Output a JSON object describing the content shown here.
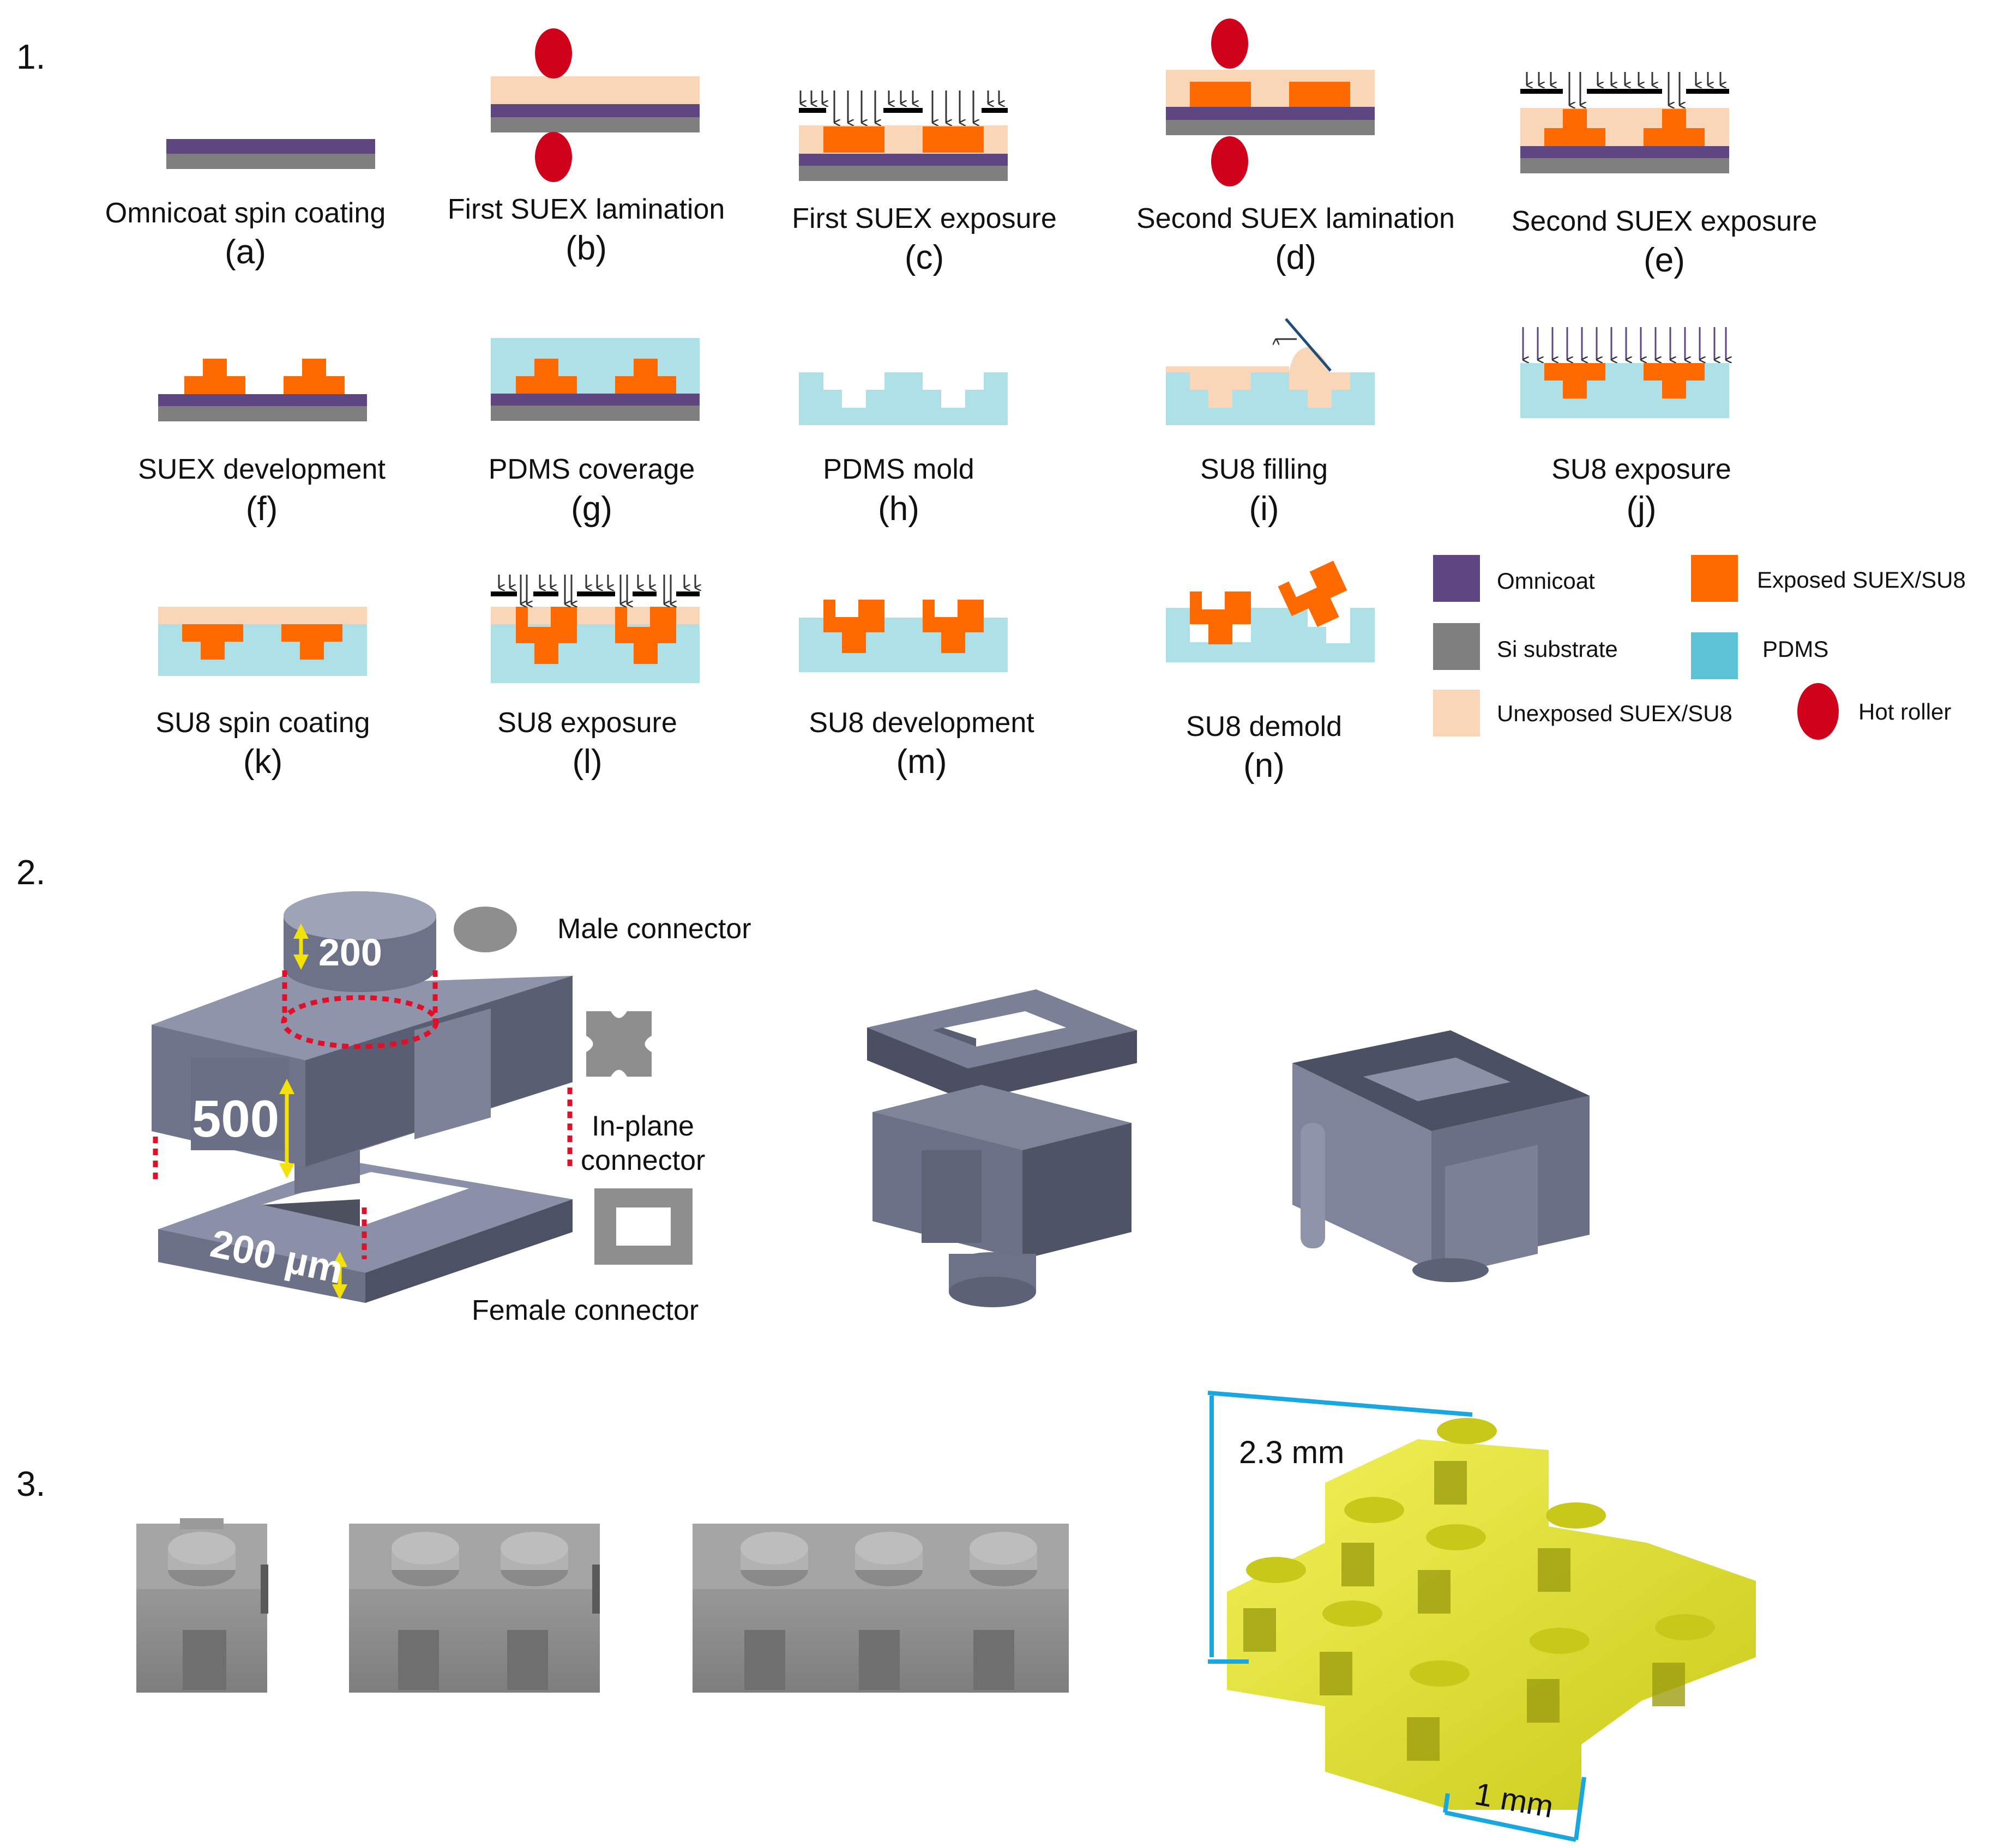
{
  "colors": {
    "omnicoat": "#5e4680",
    "si_substrate": "#7f7f7f",
    "unexposed": "#f9d6b8",
    "exposed": "#ff6a00",
    "pdms": "#aee0e8",
    "pdms_legend": "#5bc3d5",
    "hot_roller": "#d0021b",
    "block_gray": "#7a7f95",
    "render_gray": "#8e8e8e",
    "assembly_yellow": "#e3e31e",
    "dimension_blue": "#1aa7e0"
  },
  "sections": [
    "1.",
    "2.",
    "3."
  ],
  "steps": [
    {
      "caption": "Omnicoat spin coating",
      "letter": "(a)"
    },
    {
      "caption": "First SUEX lamination",
      "letter": "(b)"
    },
    {
      "caption": "First SUEX exposure",
      "letter": "(c)"
    },
    {
      "caption": "Second SUEX lamination",
      "letter": "(d)"
    },
    {
      "caption": "Second SUEX exposure",
      "letter": "(e)"
    },
    {
      "caption": "SUEX development",
      "letter": "(f)"
    },
    {
      "caption": "PDMS coverage",
      "letter": "(g)"
    },
    {
      "caption": "PDMS mold",
      "letter": "(h)"
    },
    {
      "caption": "SU8 filling",
      "letter": "(i)"
    },
    {
      "caption": "SU8 exposure",
      "letter": "(j)"
    },
    {
      "caption": "SU8 spin coating",
      "letter": "(k)"
    },
    {
      "caption": "SU8 exposure",
      "letter": "(l)"
    },
    {
      "caption": "SU8 development",
      "letter": "(m)"
    },
    {
      "caption": "SU8 demold",
      "letter": "(n)"
    }
  ],
  "legend": [
    {
      "label": "Omnicoat",
      "color": "#5e4680",
      "shape": "square"
    },
    {
      "label": "Exposed SUEX/SU8",
      "color": "#ff6a00",
      "shape": "square"
    },
    {
      "label": "Si substrate",
      "color": "#7f7f7f",
      "shape": "square"
    },
    {
      "label": "PDMS",
      "color": "#5bc3d5",
      "shape": "square"
    },
    {
      "label": "Unexposed SUEX/SU8",
      "color": "#f9d6b8",
      "shape": "square"
    },
    {
      "label": "Hot roller",
      "color": "#d0021b",
      "shape": "ellipse"
    }
  ],
  "part2": {
    "male_connector": "Male connector",
    "in_plane_connector": "In-plane\nconnector",
    "in_plane_line1": "In-plane",
    "in_plane_line2": "connector",
    "female_connector": "Female connector",
    "dim_top": "200",
    "dim_mid": "500",
    "dim_bottom": "200 µm"
  },
  "part3": {
    "dim_height": "2.3 mm",
    "dim_width": "1 mm"
  }
}
